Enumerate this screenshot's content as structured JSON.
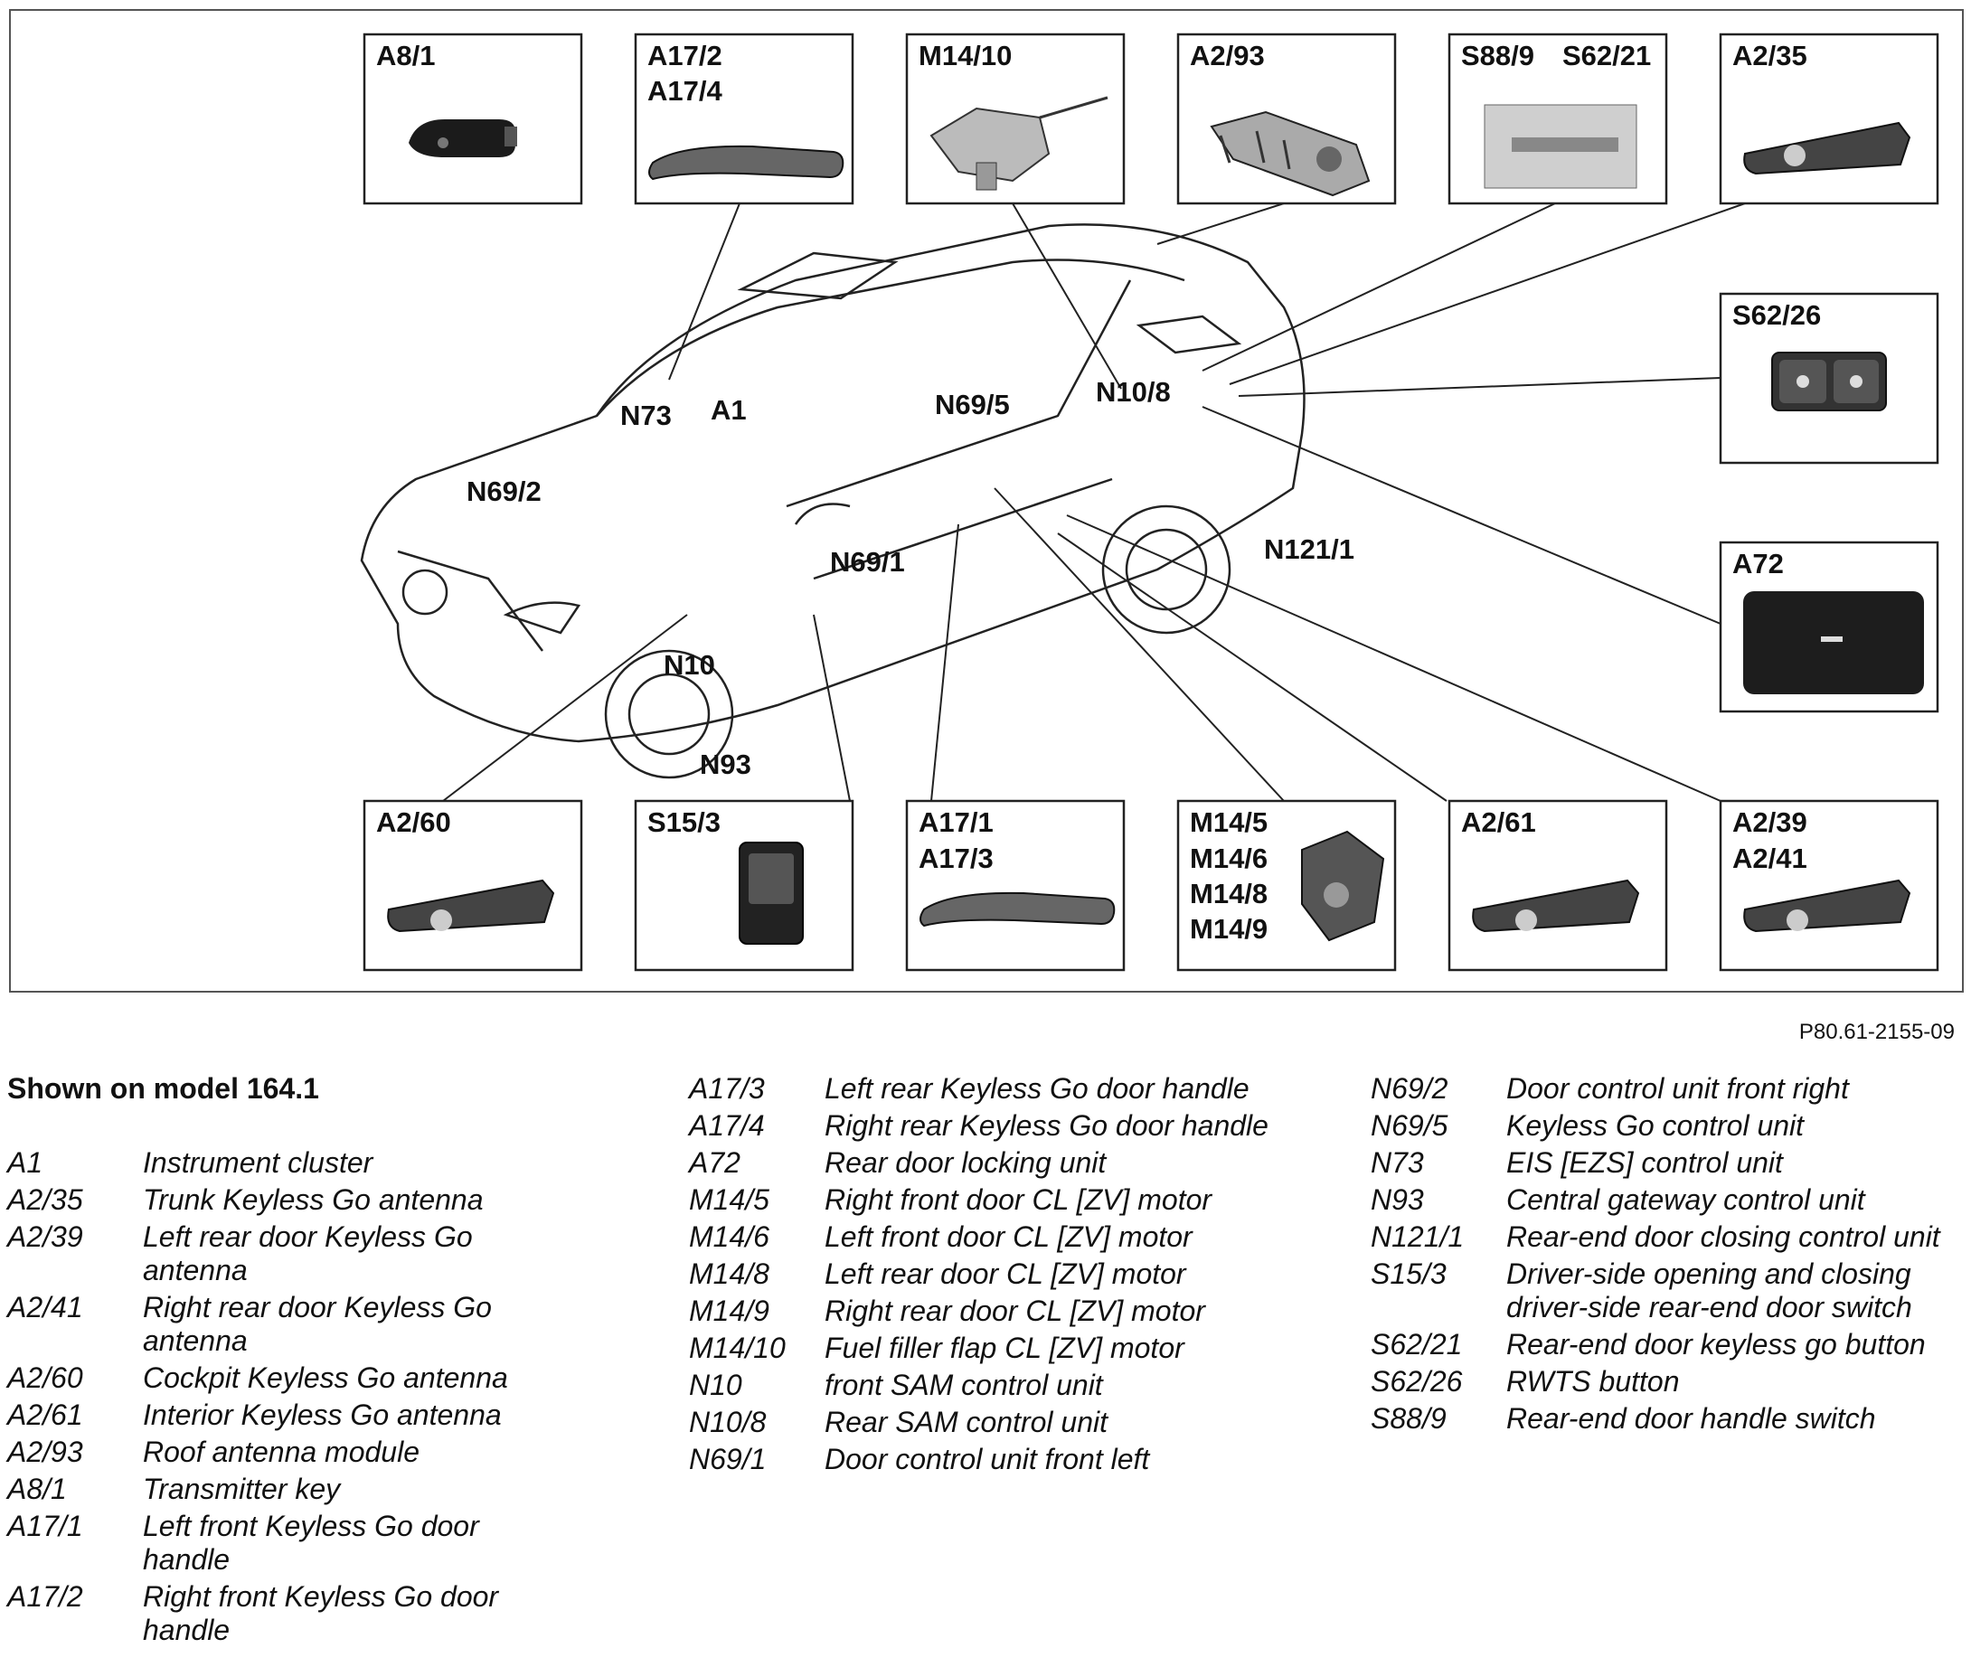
{
  "figure": {
    "code": "P80.61-2155-09",
    "box_labels": {
      "a8_1": "A8/1",
      "a17_2": "A17/2",
      "a17_4": "A17/4",
      "m14_10": "M14/10",
      "a2_93": "A2/93",
      "s88_9": "S88/9",
      "s62_21": "S62/21",
      "a2_35": "A2/35",
      "s62_26": "S62/26",
      "a72": "A72",
      "a2_60": "A2/60",
      "s15_3": "S15/3",
      "a17_1": "A17/1",
      "a17_3": "A17/3",
      "m14_5": "M14/5",
      "m14_6": "M14/6",
      "m14_8": "M14/8",
      "m14_9": "M14/9",
      "a2_61": "A2/61",
      "a2_39": "A2/39",
      "a2_41": "A2/41"
    },
    "callouts": {
      "n73": "N73",
      "a1": "A1",
      "n69_2": "N69/2",
      "n69_5": "N69/5",
      "n10_8": "N10/8",
      "n69_1": "N69/1",
      "n121_1": "N121/1",
      "n10": "N10",
      "n93": "N93"
    }
  },
  "legend": {
    "title": "Shown on model 164.1",
    "columns": [
      [
        {
          "code": "A1",
          "desc": "Instrument cluster"
        },
        {
          "code": "A2/35",
          "desc": "Trunk Keyless Go antenna"
        },
        {
          "code": "A2/39",
          "desc": "Left rear door Keyless Go antenna"
        },
        {
          "code": "A2/41",
          "desc": "Right rear door Keyless Go antenna"
        },
        {
          "code": "A2/60",
          "desc": "Cockpit Keyless Go antenna"
        },
        {
          "code": "A2/61",
          "desc": "Interior Keyless Go antenna"
        },
        {
          "code": "A2/93",
          "desc": "Roof antenna module"
        },
        {
          "code": "A8/1",
          "desc": "Transmitter key"
        },
        {
          "code": "A17/1",
          "desc": "Left front Keyless Go door handle"
        },
        {
          "code": "A17/2",
          "desc": "Right front Keyless Go door handle"
        }
      ],
      [
        {
          "code": "A17/3",
          "desc": "Left rear Keyless Go door handle"
        },
        {
          "code": "A17/4",
          "desc": "Right rear Keyless Go door handle"
        },
        {
          "code": "A72",
          "desc": "Rear door locking unit"
        },
        {
          "code": "M14/5",
          "desc": "Right front door CL [ZV] motor"
        },
        {
          "code": "M14/6",
          "desc": "Left front door CL [ZV] motor"
        },
        {
          "code": "M14/8",
          "desc": "Left rear door CL [ZV] motor"
        },
        {
          "code": "M14/9",
          "desc": "Right rear door CL [ZV] motor"
        },
        {
          "code": "M14/10",
          "desc": "Fuel filler flap CL [ZV] motor"
        },
        {
          "code": "N10",
          "desc": "front SAM control unit"
        },
        {
          "code": "N10/8",
          "desc": "Rear SAM control unit"
        },
        {
          "code": "N69/1",
          "desc": "Door control unit front left"
        }
      ],
      [
        {
          "code": "N69/2",
          "desc": "Door control unit front right"
        },
        {
          "code": "N69/5",
          "desc": "Keyless Go control unit"
        },
        {
          "code": "N73",
          "desc": "EIS [EZS] control unit"
        },
        {
          "code": "N93",
          "desc": "Central gateway control unit"
        },
        {
          "code": "N121/1",
          "desc": "Rear-end door closing control unit"
        },
        {
          "code": "S15/3",
          "desc": "Driver-side opening and closing driver-side rear-end door switch"
        },
        {
          "code": "S62/21",
          "desc": "Rear-end door keyless go button"
        },
        {
          "code": "S62/26",
          "desc": "RWTS button"
        },
        {
          "code": "S88/9",
          "desc": "Rear-end door handle switch"
        }
      ]
    ]
  }
}
